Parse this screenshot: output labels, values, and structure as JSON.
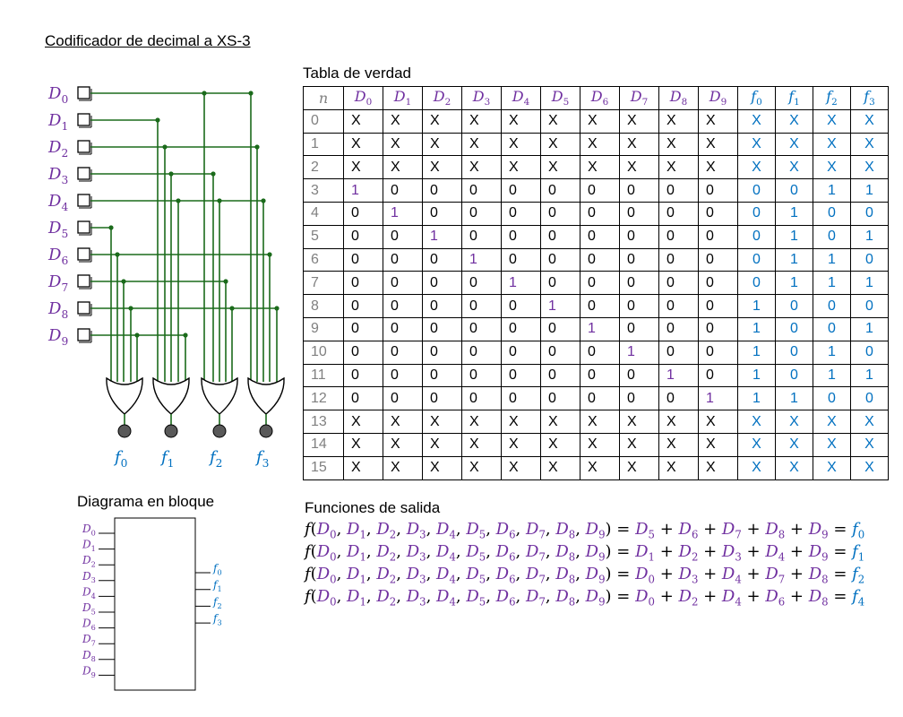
{
  "title": "Codificador de decimal a XS-3",
  "truth_table_caption": "Tabla de verdad",
  "block_diagram_caption": "Diagrama en bloque",
  "functions_caption": "Funciones de salida",
  "colors": {
    "input": "#7030a0",
    "output": "#0070c0",
    "wire": "#1b6b1b",
    "index": "#808080"
  },
  "circuit": {
    "inputs": [
      {
        "sym": "D",
        "sub": "0"
      },
      {
        "sym": "D",
        "sub": "1"
      },
      {
        "sym": "D",
        "sub": "2"
      },
      {
        "sym": "D",
        "sub": "3"
      },
      {
        "sym": "D",
        "sub": "4"
      },
      {
        "sym": "D",
        "sub": "5"
      },
      {
        "sym": "D",
        "sub": "6"
      },
      {
        "sym": "D",
        "sub": "7"
      },
      {
        "sym": "D",
        "sub": "8"
      },
      {
        "sym": "D",
        "sub": "9"
      }
    ],
    "outputs": [
      {
        "sym": "f",
        "sub": "0"
      },
      {
        "sym": "f",
        "sub": "1"
      },
      {
        "sym": "f",
        "sub": "2"
      },
      {
        "sym": "f",
        "sub": "3"
      }
    ]
  },
  "table": {
    "header_n": "n",
    "header_inputs": [
      {
        "sym": "D",
        "sub": "0"
      },
      {
        "sym": "D",
        "sub": "1"
      },
      {
        "sym": "D",
        "sub": "2"
      },
      {
        "sym": "D",
        "sub": "3"
      },
      {
        "sym": "D",
        "sub": "4"
      },
      {
        "sym": "D",
        "sub": "5"
      },
      {
        "sym": "D",
        "sub": "6"
      },
      {
        "sym": "D",
        "sub": "7"
      },
      {
        "sym": "D",
        "sub": "8"
      },
      {
        "sym": "D",
        "sub": "9"
      }
    ],
    "header_outputs": [
      {
        "sym": "f",
        "sub": "0"
      },
      {
        "sym": "f",
        "sub": "1"
      },
      {
        "sym": "f",
        "sub": "2"
      },
      {
        "sym": "f",
        "sub": "3"
      }
    ],
    "rows": [
      {
        "n": "0",
        "d": [
          "X",
          "X",
          "X",
          "X",
          "X",
          "X",
          "X",
          "X",
          "X",
          "X"
        ],
        "f": [
          "X",
          "X",
          "X",
          "X"
        ]
      },
      {
        "n": "1",
        "d": [
          "X",
          "X",
          "X",
          "X",
          "X",
          "X",
          "X",
          "X",
          "X",
          "X"
        ],
        "f": [
          "X",
          "X",
          "X",
          "X"
        ]
      },
      {
        "n": "2",
        "d": [
          "X",
          "X",
          "X",
          "X",
          "X",
          "X",
          "X",
          "X",
          "X",
          "X"
        ],
        "f": [
          "X",
          "X",
          "X",
          "X"
        ]
      },
      {
        "n": "3",
        "d": [
          "1",
          "0",
          "0",
          "0",
          "0",
          "0",
          "0",
          "0",
          "0",
          "0"
        ],
        "f": [
          "0",
          "0",
          "1",
          "1"
        ]
      },
      {
        "n": "4",
        "d": [
          "0",
          "1",
          "0",
          "0",
          "0",
          "0",
          "0",
          "0",
          "0",
          "0"
        ],
        "f": [
          "0",
          "1",
          "0",
          "0"
        ]
      },
      {
        "n": "5",
        "d": [
          "0",
          "0",
          "1",
          "0",
          "0",
          "0",
          "0",
          "0",
          "0",
          "0"
        ],
        "f": [
          "0",
          "1",
          "0",
          "1"
        ]
      },
      {
        "n": "6",
        "d": [
          "0",
          "0",
          "0",
          "1",
          "0",
          "0",
          "0",
          "0",
          "0",
          "0"
        ],
        "f": [
          "0",
          "1",
          "1",
          "0"
        ]
      },
      {
        "n": "7",
        "d": [
          "0",
          "0",
          "0",
          "0",
          "1",
          "0",
          "0",
          "0",
          "0",
          "0"
        ],
        "f": [
          "0",
          "1",
          "1",
          "1"
        ]
      },
      {
        "n": "8",
        "d": [
          "0",
          "0",
          "0",
          "0",
          "0",
          "1",
          "0",
          "0",
          "0",
          "0"
        ],
        "f": [
          "1",
          "0",
          "0",
          "0"
        ]
      },
      {
        "n": "9",
        "d": [
          "0",
          "0",
          "0",
          "0",
          "0",
          "0",
          "1",
          "0",
          "0",
          "0"
        ],
        "f": [
          "1",
          "0",
          "0",
          "1"
        ]
      },
      {
        "n": "10",
        "d": [
          "0",
          "0",
          "0",
          "0",
          "0",
          "0",
          "0",
          "1",
          "0",
          "0"
        ],
        "f": [
          "1",
          "0",
          "1",
          "0"
        ]
      },
      {
        "n": "11",
        "d": [
          "0",
          "0",
          "0",
          "0",
          "0",
          "0",
          "0",
          "0",
          "1",
          "0"
        ],
        "f": [
          "1",
          "0",
          "1",
          "1"
        ]
      },
      {
        "n": "12",
        "d": [
          "0",
          "0",
          "0",
          "0",
          "0",
          "0",
          "0",
          "0",
          "0",
          "1"
        ],
        "f": [
          "1",
          "1",
          "0",
          "0"
        ]
      },
      {
        "n": "13",
        "d": [
          "X",
          "X",
          "X",
          "X",
          "X",
          "X",
          "X",
          "X",
          "X",
          "X"
        ],
        "f": [
          "X",
          "X",
          "X",
          "X"
        ]
      },
      {
        "n": "14",
        "d": [
          "X",
          "X",
          "X",
          "X",
          "X",
          "X",
          "X",
          "X",
          "X",
          "X"
        ],
        "f": [
          "X",
          "X",
          "X",
          "X"
        ]
      },
      {
        "n": "15",
        "d": [
          "X",
          "X",
          "X",
          "X",
          "X",
          "X",
          "X",
          "X",
          "X",
          "X"
        ],
        "f": [
          "X",
          "X",
          "X",
          "X"
        ]
      }
    ]
  },
  "functions": [
    {
      "args": [
        "0",
        "1",
        "2",
        "3",
        "4",
        "5",
        "6",
        "7",
        "8",
        "9"
      ],
      "terms": [
        "5",
        "6",
        "7",
        "8",
        "9"
      ],
      "out": "0"
    },
    {
      "args": [
        "0",
        "1",
        "2",
        "3",
        "4",
        "5",
        "6",
        "7",
        "8",
        "9"
      ],
      "terms": [
        "1",
        "2",
        "3",
        "4",
        "9"
      ],
      "out": "1"
    },
    {
      "args": [
        "0",
        "1",
        "2",
        "3",
        "4",
        "5",
        "6",
        "7",
        "8",
        "9"
      ],
      "terms": [
        "0",
        "3",
        "4",
        "7",
        "8"
      ],
      "out": "2"
    },
    {
      "args": [
        "0",
        "1",
        "2",
        "3",
        "4",
        "5",
        "6",
        "7",
        "8",
        "9"
      ],
      "terms": [
        "0",
        "2",
        "4",
        "6",
        "8"
      ],
      "out": "4"
    }
  ],
  "block": {
    "inputs": [
      {
        "sym": "D",
        "sub": "0"
      },
      {
        "sym": "D",
        "sub": "1"
      },
      {
        "sym": "D",
        "sub": "2"
      },
      {
        "sym": "D",
        "sub": "3"
      },
      {
        "sym": "D",
        "sub": "4"
      },
      {
        "sym": "D",
        "sub": "5"
      },
      {
        "sym": "D",
        "sub": "6"
      },
      {
        "sym": "D",
        "sub": "7"
      },
      {
        "sym": "D",
        "sub": "8"
      },
      {
        "sym": "D",
        "sub": "9"
      }
    ],
    "outputs": [
      {
        "sym": "f",
        "sub": "0"
      },
      {
        "sym": "f",
        "sub": "1"
      },
      {
        "sym": "f",
        "sub": "2"
      },
      {
        "sym": "f",
        "sub": "3"
      }
    ]
  }
}
